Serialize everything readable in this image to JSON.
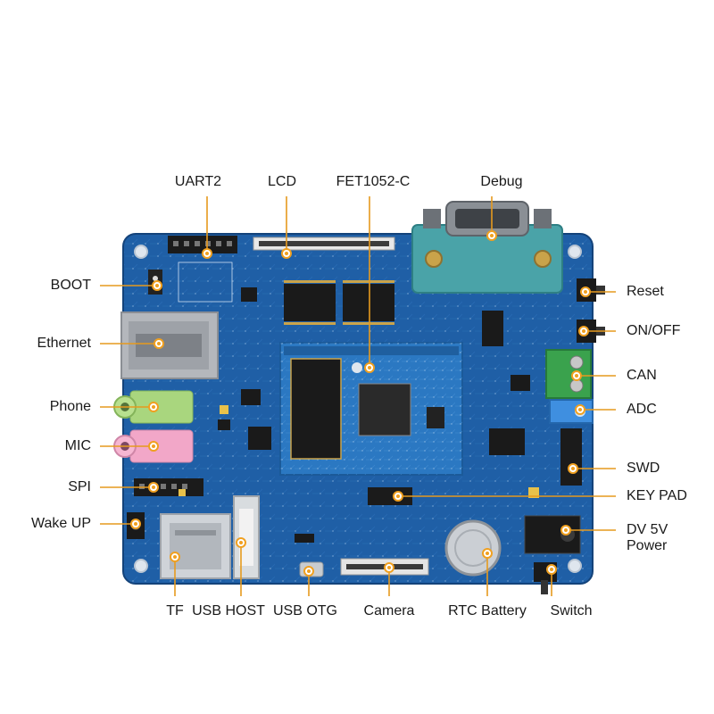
{
  "labels": {
    "uart2": "UART2",
    "lcd": "LCD",
    "fet1052c": "FET1052-C",
    "debug": "Debug",
    "boot": "BOOT",
    "ethernet": "Ethernet",
    "phone": "Phone",
    "mic": "MIC",
    "spi": "SPI",
    "wake_up": "Wake UP",
    "reset": "Reset",
    "on_off": "ON/OFF",
    "can": "CAN",
    "adc": "ADC",
    "swd": "SWD",
    "key_pad": "KEY PAD",
    "dv5v_line1": "DV 5V",
    "dv5v_line2": "Power",
    "tf": "TF",
    "usb_host": "USB HOST",
    "usb_otg": "USB OTG",
    "camera": "Camera",
    "rtc_battery": "RTC Battery",
    "switch": "Switch"
  },
  "colors": {
    "leader": "#e69a1e",
    "dot": "#f0a020",
    "board": "#1f5fa6",
    "board_dark": "#14437a",
    "module": "#2b78c2",
    "text": "#1a1a1a"
  }
}
